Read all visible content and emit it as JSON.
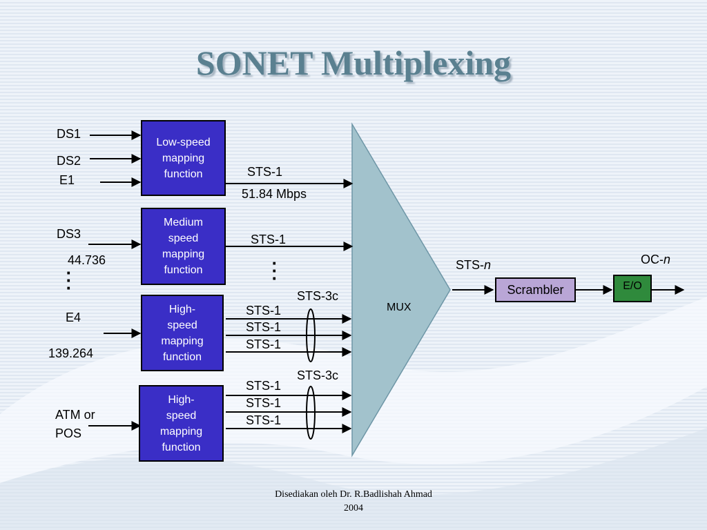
{
  "slide": {
    "title": "SONET Multiplexing",
    "footer_line1": "Disediakan oleh Dr. R.Badlishah Ahmad",
    "footer_line2": "2004"
  },
  "inputs": {
    "ds1": "DS1",
    "ds2": "DS2",
    "e1": "E1",
    "ds3": "DS3",
    "ds3_rate": "44.736",
    "e4": "E4",
    "e4_rate": "139.264",
    "atm_line1": "ATM or",
    "atm_line2": "POS"
  },
  "mapping_boxes": {
    "low_speed": [
      "Low-speed",
      "mapping",
      "function"
    ],
    "medium_speed": [
      "Medium",
      "speed",
      "mapping",
      "function"
    ],
    "high_speed_1": [
      "High-",
      "speed",
      "mapping",
      "function"
    ],
    "high_speed_2": [
      "High-",
      "speed",
      "mapping",
      "function"
    ]
  },
  "signals": {
    "sts1": "STS-1",
    "sts1_rate": "51.84 Mbps",
    "sts3c": "STS-3c",
    "sts_n_prefix": "STS-",
    "oc_n_prefix": "OC-",
    "n": "n"
  },
  "blocks": {
    "mux": "MUX",
    "scrambler": "Scrambler",
    "eo": "E/O"
  },
  "colors": {
    "mapping_box_fill": "#3a2ec6",
    "mux_fill": "#a2c2cc",
    "scrambler_fill": "#b9a6d6",
    "eo_fill": "#2f8a3c",
    "title_color": "#5a8090"
  }
}
